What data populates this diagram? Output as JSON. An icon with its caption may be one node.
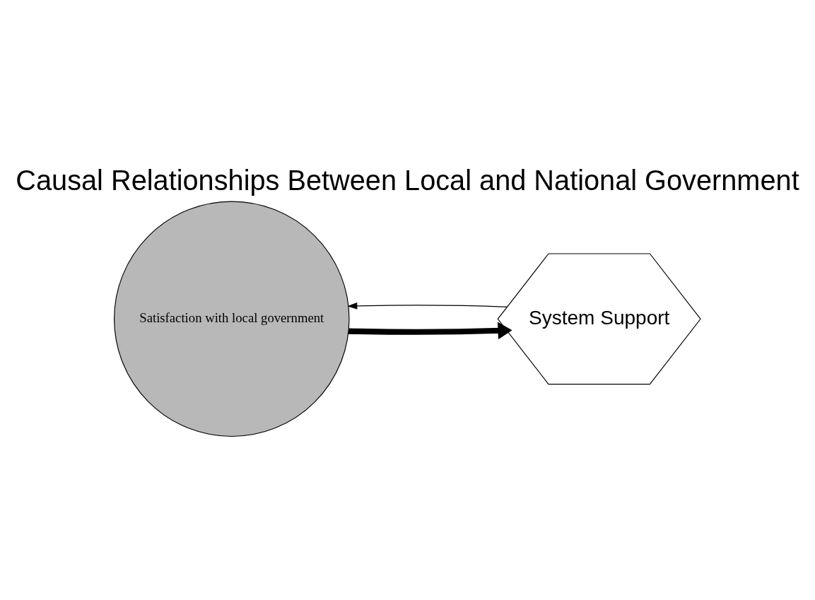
{
  "diagram": {
    "title": "Causal Relationships Between Local and National Government",
    "nodes": [
      {
        "text": [
          "Satisfaction with local government"
        ]
      },
      {
        "text": [
          "System Support"
        ]
      }
    ],
    "edges": [
      {
        "from": 0,
        "to": 1,
        "arrow": "to",
        "style": "thick"
      },
      {
        "from": 1,
        "to": 0,
        "arrow": "to"
      }
    ]
  }
}
